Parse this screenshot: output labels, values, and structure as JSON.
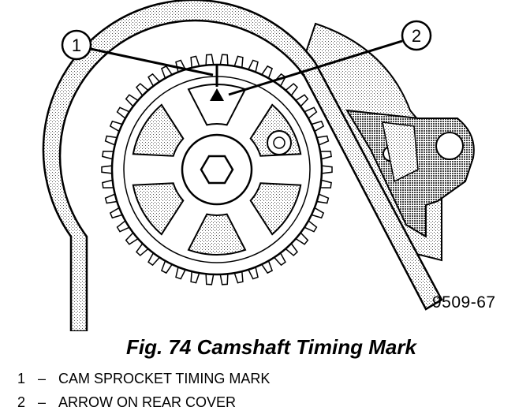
{
  "figure": {
    "title": "Fig. 74 Camshaft Timing Mark",
    "code": "9509-67",
    "callouts": [
      {
        "number": "1",
        "label": "CAM SPROCKET TIMING MARK"
      },
      {
        "number": "2",
        "label": "ARROW ON REAR COVER"
      }
    ],
    "separator": "–"
  },
  "colors": {
    "ink": "#000000",
    "paper": "#ffffff",
    "shading": "#8a8a8a"
  }
}
